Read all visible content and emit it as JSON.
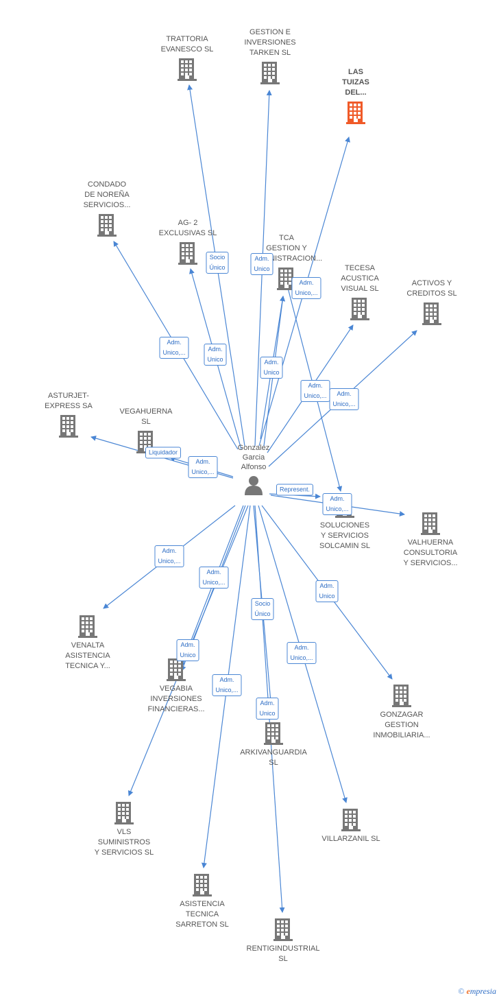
{
  "center": {
    "label": "Gonzalez\nGarcia\nAlfonso"
  },
  "colors": {
    "edge": "#4a86d4",
    "building": "#777777",
    "highlight": "#f05a28"
  },
  "brand": {
    "copyright": "©",
    "e": "e",
    "rest": "mpresia"
  },
  "companies": [
    {
      "id": "trattoria",
      "label": "TRATTORIA\nEVANESCO  SL"
    },
    {
      "id": "gestion-inversiones",
      "label": "GESTION E\nINVERSIONES\nTARKEN  SL"
    },
    {
      "id": "las-tuizas",
      "label": "LAS\nTUIZAS\nDEL...",
      "highlight": true
    },
    {
      "id": "condado",
      "label": "CONDADO\nDE NOREÑA\nSERVICIOS..."
    },
    {
      "id": "ag2",
      "label": "AG- 2\nEXCLUSIVAS SL"
    },
    {
      "id": "tca",
      "label": "TCA\nGESTION Y\nADMINISTRACION..."
    },
    {
      "id": "tecesa",
      "label": "TECESA\nACUSTICA\nVISUAL  SL"
    },
    {
      "id": "activos",
      "label": "ACTIVOS Y\nCREDITOS SL"
    },
    {
      "id": "asturjet",
      "label": "ASTURJET-\nEXPRESS SA"
    },
    {
      "id": "vegahuerna",
      "label": "VEGAHUERNA\nSL"
    },
    {
      "id": "solcamin",
      "label": "SOLUCIONES\nY SERVICIOS\nSOLCAMIN  SL"
    },
    {
      "id": "valhuerna",
      "label": "VALHUERNA\nCONSULTORIA\nY SERVICIOS..."
    },
    {
      "id": "venalta",
      "label": "VENALTA\nASISTENCIA\nTECNICA Y..."
    },
    {
      "id": "vegabia",
      "label": "VEGABIA\nINVERSIONES\nFINANCIERAS..."
    },
    {
      "id": "arkivanguardia",
      "label": "ARKIVANGUARDIA\nSL"
    },
    {
      "id": "gonzagar",
      "label": "GONZAGAR\nGESTION\nINMOBILIARIA..."
    },
    {
      "id": "vls",
      "label": "VLS\nSUMINISTROS\nY SERVICIOS SL"
    },
    {
      "id": "villarzanil",
      "label": "VILLARZANIL  SL"
    },
    {
      "id": "sarreton",
      "label": "ASISTENCIA\nTECNICA\nSARRETON  SL"
    },
    {
      "id": "rentigindustrial",
      "label": "RENTIGINDUSTRIAL\nSL"
    }
  ],
  "edge_labels": [
    {
      "id": "trattoria",
      "text": "Socio\nÚnico"
    },
    {
      "id": "gestion-inversiones",
      "text": "Adm.\nUnico"
    },
    {
      "id": "tca",
      "text": "Adm.\nUnico,..."
    },
    {
      "id": "condado",
      "text": "Adm.\nUnico,..."
    },
    {
      "id": "ag2",
      "text": "Adm.\nUnico"
    },
    {
      "id": "las-tuizas",
      "text": "Adm.\nUnico"
    },
    {
      "id": "tecesa",
      "text": "Adm.\nUnico,..."
    },
    {
      "id": "activos",
      "text": "Adm.\nUnico,..."
    },
    {
      "id": "vegahuerna",
      "text": "Liquidador"
    },
    {
      "id": "asturjet",
      "text": "Adm.\nUnico,..."
    },
    {
      "id": "solcamin-rep",
      "text": "Represent."
    },
    {
      "id": "valhuerna",
      "text": "Adm.\nUnico,..."
    },
    {
      "id": "venalta",
      "text": "Adm.\nUnico,..."
    },
    {
      "id": "vegabia",
      "text": "Adm.\nUnico,..."
    },
    {
      "id": "gonzagar",
      "text": "Adm.\nUnico"
    },
    {
      "id": "arkivanguardia",
      "text": "Socio\nÚnico"
    },
    {
      "id": "vls",
      "text": "Adm.\nUnico"
    },
    {
      "id": "villarzanil",
      "text": "Adm.\nUnico,..."
    },
    {
      "id": "sarreton",
      "text": "Adm.\nUnico,..."
    },
    {
      "id": "rentigindustrial",
      "text": "Adm.\nUnico"
    }
  ]
}
